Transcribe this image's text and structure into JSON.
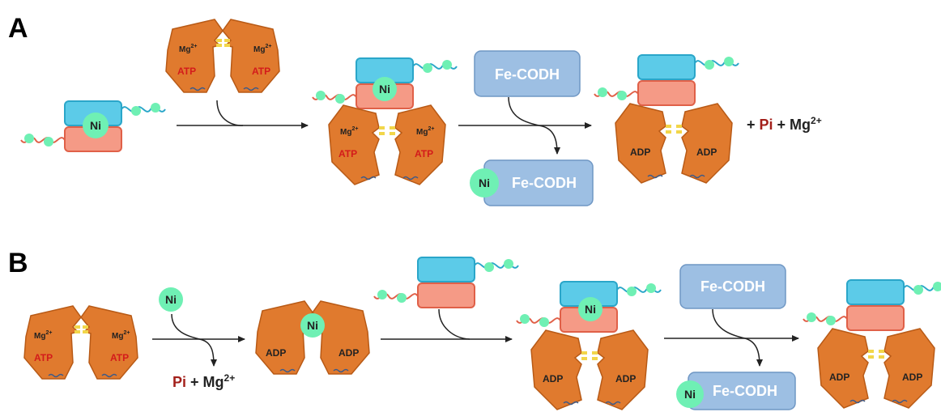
{
  "panels": {
    "a": {
      "label": "A"
    },
    "b": {
      "label": "B"
    }
  },
  "labels": {
    "ni": "Ni",
    "mg": "Mg",
    "mg_sup": "2+",
    "atp": "ATP",
    "adp": "ADP",
    "fe_codh": "Fe-CODH",
    "plus": "+",
    "pi": "Pi"
  },
  "colors": {
    "orange": "#e07a2e",
    "orange_stroke": "#b85a16",
    "cyan": "#5ccbe8",
    "cyan_stroke": "#2aa6c9",
    "salmon": "#f59a86",
    "salmon_stroke": "#e06048",
    "ni_green": "#6ff0b4",
    "codh_blue": "#9dbfe3",
    "codh_stroke": "#6f97c4",
    "atp_red": "#d31b1b",
    "pi_red": "#a3201b",
    "text_dark": "#222222",
    "yellow": "#f2d64a"
  }
}
